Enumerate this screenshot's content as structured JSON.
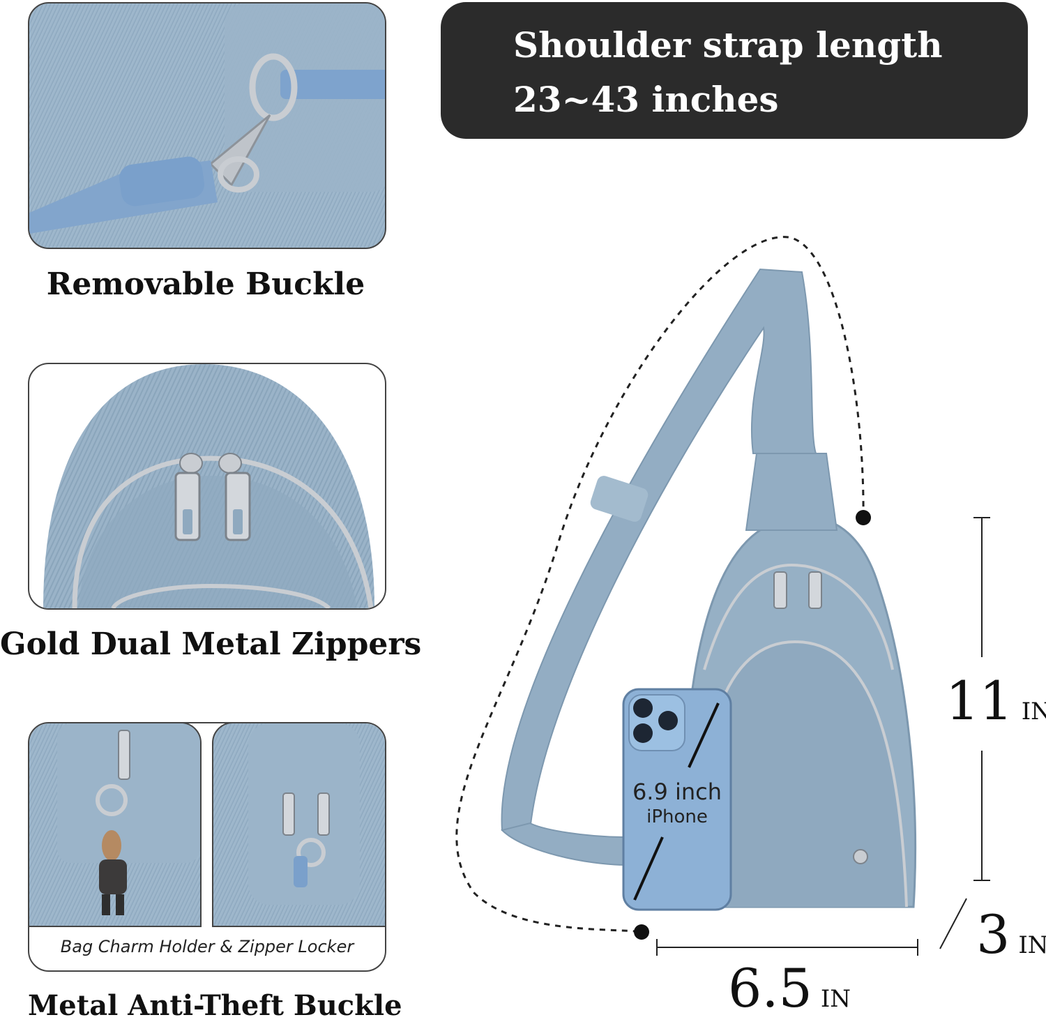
{
  "captions": {
    "removable_buckle": "Removable Buckle",
    "dual_zippers": "Gold Dual Metal Zippers",
    "anti_theft": "Metal Anti-Theft Buckle",
    "charm_holder": "Bag Charm Holder & Zipper Locker"
  },
  "banner": {
    "line1": "Shoulder strap length",
    "line2": "23~43 inches"
  },
  "dimensions": {
    "height_value": "11",
    "width_value": "6.5",
    "depth_value": "3",
    "unit": "IN"
  },
  "phone": {
    "size": "6.9 inch",
    "model": "iPhone"
  },
  "colors": {
    "denim": "#93adc3",
    "banner_bg": "#2b2b2b",
    "silver": "#c9cdd2"
  },
  "icons": [
    "buckle-photo",
    "zipper-photo",
    "charm-photo",
    "bag-photo",
    "phone-photo"
  ]
}
